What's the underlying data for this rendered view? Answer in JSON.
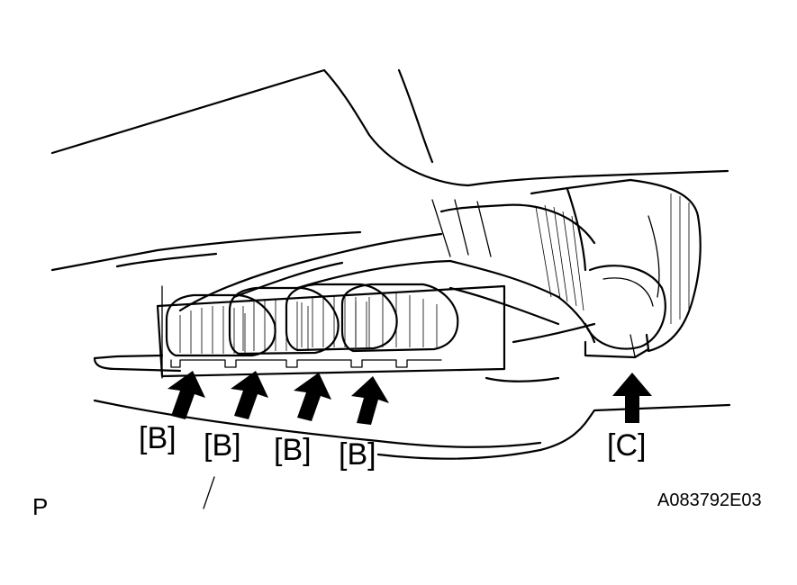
{
  "labels": {
    "b1": "[B]",
    "b2": "[B]",
    "b3": "[B]",
    "b4": "[B]",
    "c": "[C]"
  },
  "view_marker": "P",
  "figure_code": "A083792E03",
  "arrows": [
    "arrow-b1",
    "arrow-b2",
    "arrow-b3",
    "arrow-b4",
    "arrow-c"
  ]
}
